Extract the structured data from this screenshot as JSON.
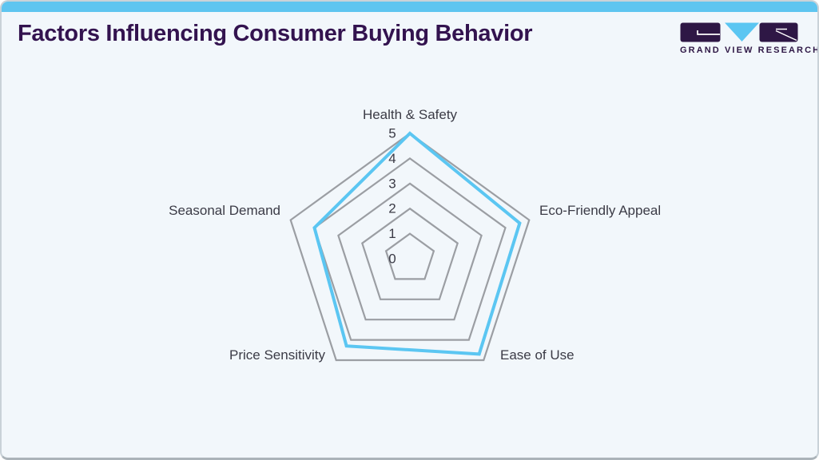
{
  "header": {
    "title": "Factors Influencing Consumer Buying Behavior"
  },
  "logo": {
    "brand": "GRAND VIEW RESEARCH"
  },
  "chart_data": {
    "type": "radar",
    "title": "Factors Influencing Consumer Buying Behavior",
    "categories": [
      "Health & Safety",
      "Eco-Friendly Appeal",
      "Ease of Use",
      "Price Sensitivity",
      "Seasonal Demand"
    ],
    "values": [
      5.0,
      4.6,
      4.7,
      4.3,
      4.0
    ],
    "scale": {
      "min": 0,
      "max": 5,
      "ticks": [
        0,
        1,
        2,
        3,
        4,
        5
      ]
    },
    "grid": "concentric-pentagons, no spokes",
    "legend": "none",
    "colors": {
      "series": "#5BC6F2",
      "grid": "#9B9EA3",
      "label": "#3B3B46",
      "background": "#F2F7FB"
    }
  },
  "theme": {
    "accent": "#5EC5F0",
    "title_color": "#33134F",
    "logo_purple": "#2E1745",
    "card_border": "#C9D2D8"
  }
}
